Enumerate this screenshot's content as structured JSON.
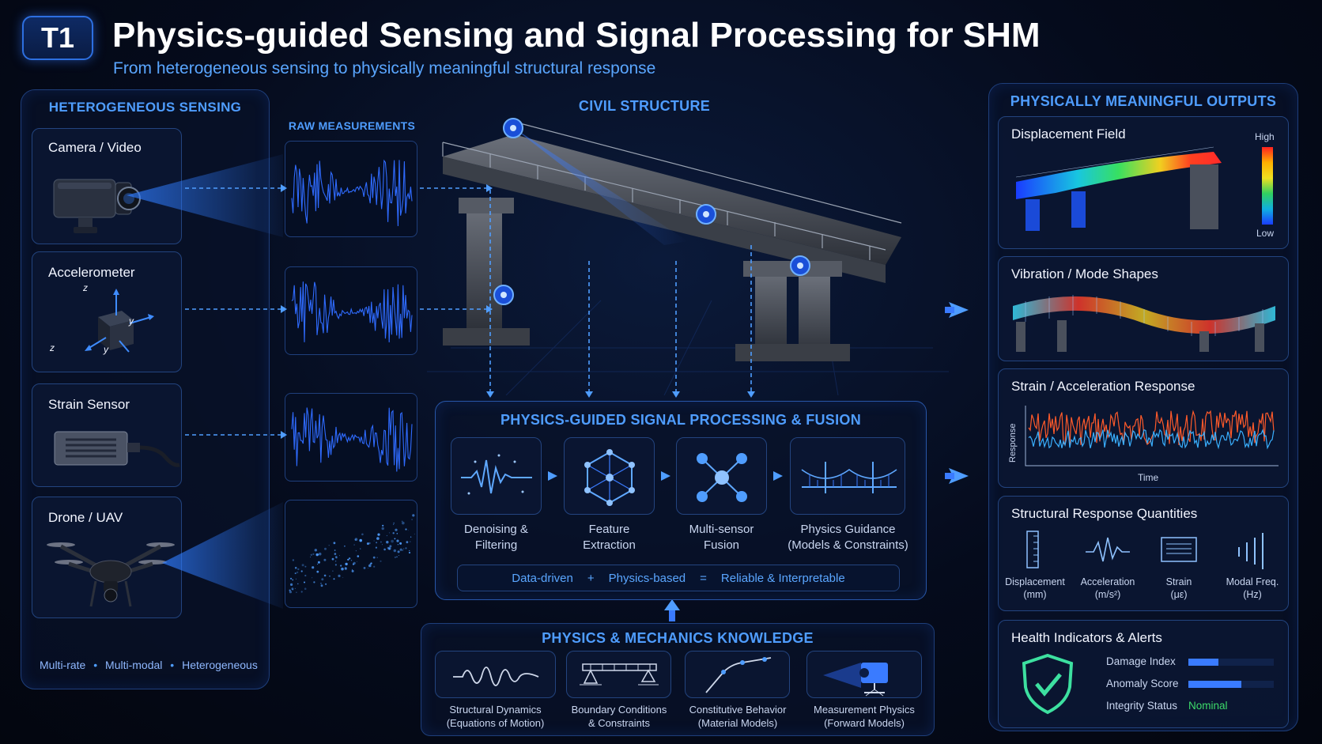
{
  "header": {
    "badge": "T1",
    "title": "Physics-guided Sensing and Signal Processing for SHM",
    "subtitle": "From heterogeneous sensing to physically meaningful structural response"
  },
  "sensing": {
    "heading": "HETEROGENEOUS SENSING",
    "sensors": [
      {
        "label": "Camera / Video"
      },
      {
        "label": "Accelerometer"
      },
      {
        "label": "Strain Sensor"
      },
      {
        "label": "Drone / UAV"
      }
    ],
    "accel_axes": {
      "z": "z",
      "y": "y",
      "z2": "z",
      "y2": "y"
    },
    "footer": [
      "Multi-rate",
      "Multi-modal",
      "Heterogeneous"
    ]
  },
  "raw": {
    "heading": "RAW MEASUREMENTS"
  },
  "structure": {
    "heading": "CIVIL STRUCTURE"
  },
  "processing": {
    "heading": "PHYSICS-GUIDED SIGNAL PROCESSING & FUSION",
    "steps": [
      {
        "line1": "Denoising &",
        "line2": "Filtering"
      },
      {
        "line1": "Feature",
        "line2": "Extraction"
      },
      {
        "line1": "Multi-sensor",
        "line2": "Fusion"
      },
      {
        "line1": "Physics Guidance",
        "line2": "(Models & Constraints)"
      }
    ],
    "equation": {
      "a": "Data-driven",
      "plus": "+",
      "b": "Physics-based",
      "eq": "=",
      "c": "Reliable & Interpretable"
    }
  },
  "knowledge": {
    "heading": "PHYSICS & MECHANICS KNOWLEDGE",
    "items": [
      {
        "line1": "Structural Dynamics",
        "line2": "(Equations of Motion)"
      },
      {
        "line1": "Boundary Conditions",
        "line2": "& Constraints"
      },
      {
        "line1": "Constitutive Behavior",
        "line2": "(Material Models)"
      },
      {
        "line1": "Measurement Physics",
        "line2": "(Forward Models)"
      }
    ]
  },
  "outputs": {
    "heading": "PHYSICALLY MEANINGFUL OUTPUTS",
    "displacement": {
      "title": "Displacement Field",
      "high": "High",
      "low": "Low"
    },
    "vibration": {
      "title": "Vibration / Mode Shapes"
    },
    "strain": {
      "title": "Strain / Acceleration Response",
      "ylabel": "Response",
      "xlabel": "Time"
    },
    "quantities": {
      "title": "Structural Response Quantities",
      "items": [
        {
          "line1": "Displacement",
          "line2": "(mm)"
        },
        {
          "line1": "Acceleration",
          "line2": "(m/s²)"
        },
        {
          "line1": "Strain",
          "line2": "(με)"
        },
        {
          "line1": "Modal Freq.",
          "line2": "(Hz)"
        }
      ]
    },
    "health": {
      "title": "Health Indicators & Alerts",
      "indicators": [
        {
          "label": "Damage Index",
          "level": 0.35
        },
        {
          "label": "Anomaly Score",
          "level": 0.62
        }
      ],
      "integrity_label": "Integrity Status",
      "integrity_value": "Nominal"
    }
  },
  "colors": {
    "accent": "#4f9dff",
    "panel_border": "#1e3e7a",
    "nominal": "#3ddc6a",
    "wave": "#2f6bff"
  }
}
